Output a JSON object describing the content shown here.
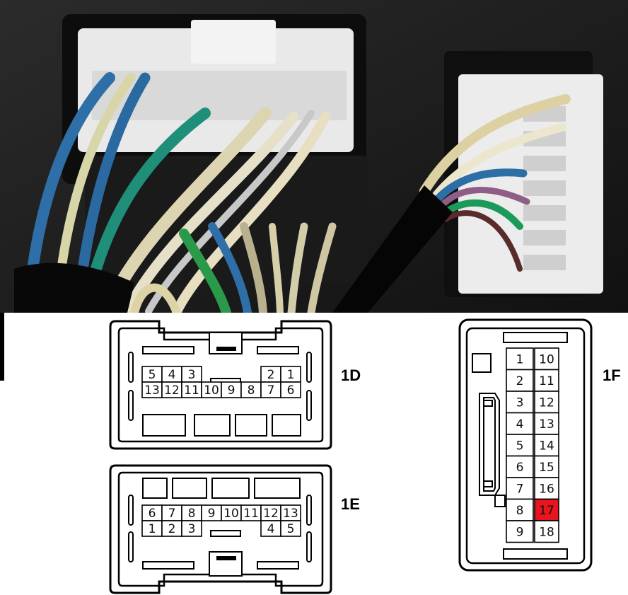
{
  "photo": {
    "description_icon": "connector-photo"
  },
  "connectors": {
    "d1": {
      "label": "1D",
      "top_row": [
        "5",
        "4",
        "3",
        "",
        "",
        "",
        "2",
        "1"
      ],
      "bottom_row": [
        "13",
        "12",
        "11",
        "10",
        "9",
        "8",
        "7",
        "6"
      ]
    },
    "e1": {
      "label": "1E",
      "top_row": [
        "6",
        "7",
        "8",
        "9",
        "10",
        "11",
        "12",
        "13"
      ],
      "bottom_row": [
        "1",
        "2",
        "3",
        "",
        "",
        "",
        "4",
        "5"
      ]
    },
    "f1": {
      "label": "1F",
      "left_col": [
        "1",
        "2",
        "3",
        "4",
        "5",
        "6",
        "7",
        "8",
        "9"
      ],
      "right_col": [
        "10",
        "11",
        "12",
        "13",
        "14",
        "15",
        "16",
        "17",
        "18"
      ],
      "highlighted_pin": "17",
      "highlight_color": "#e8141e"
    }
  }
}
